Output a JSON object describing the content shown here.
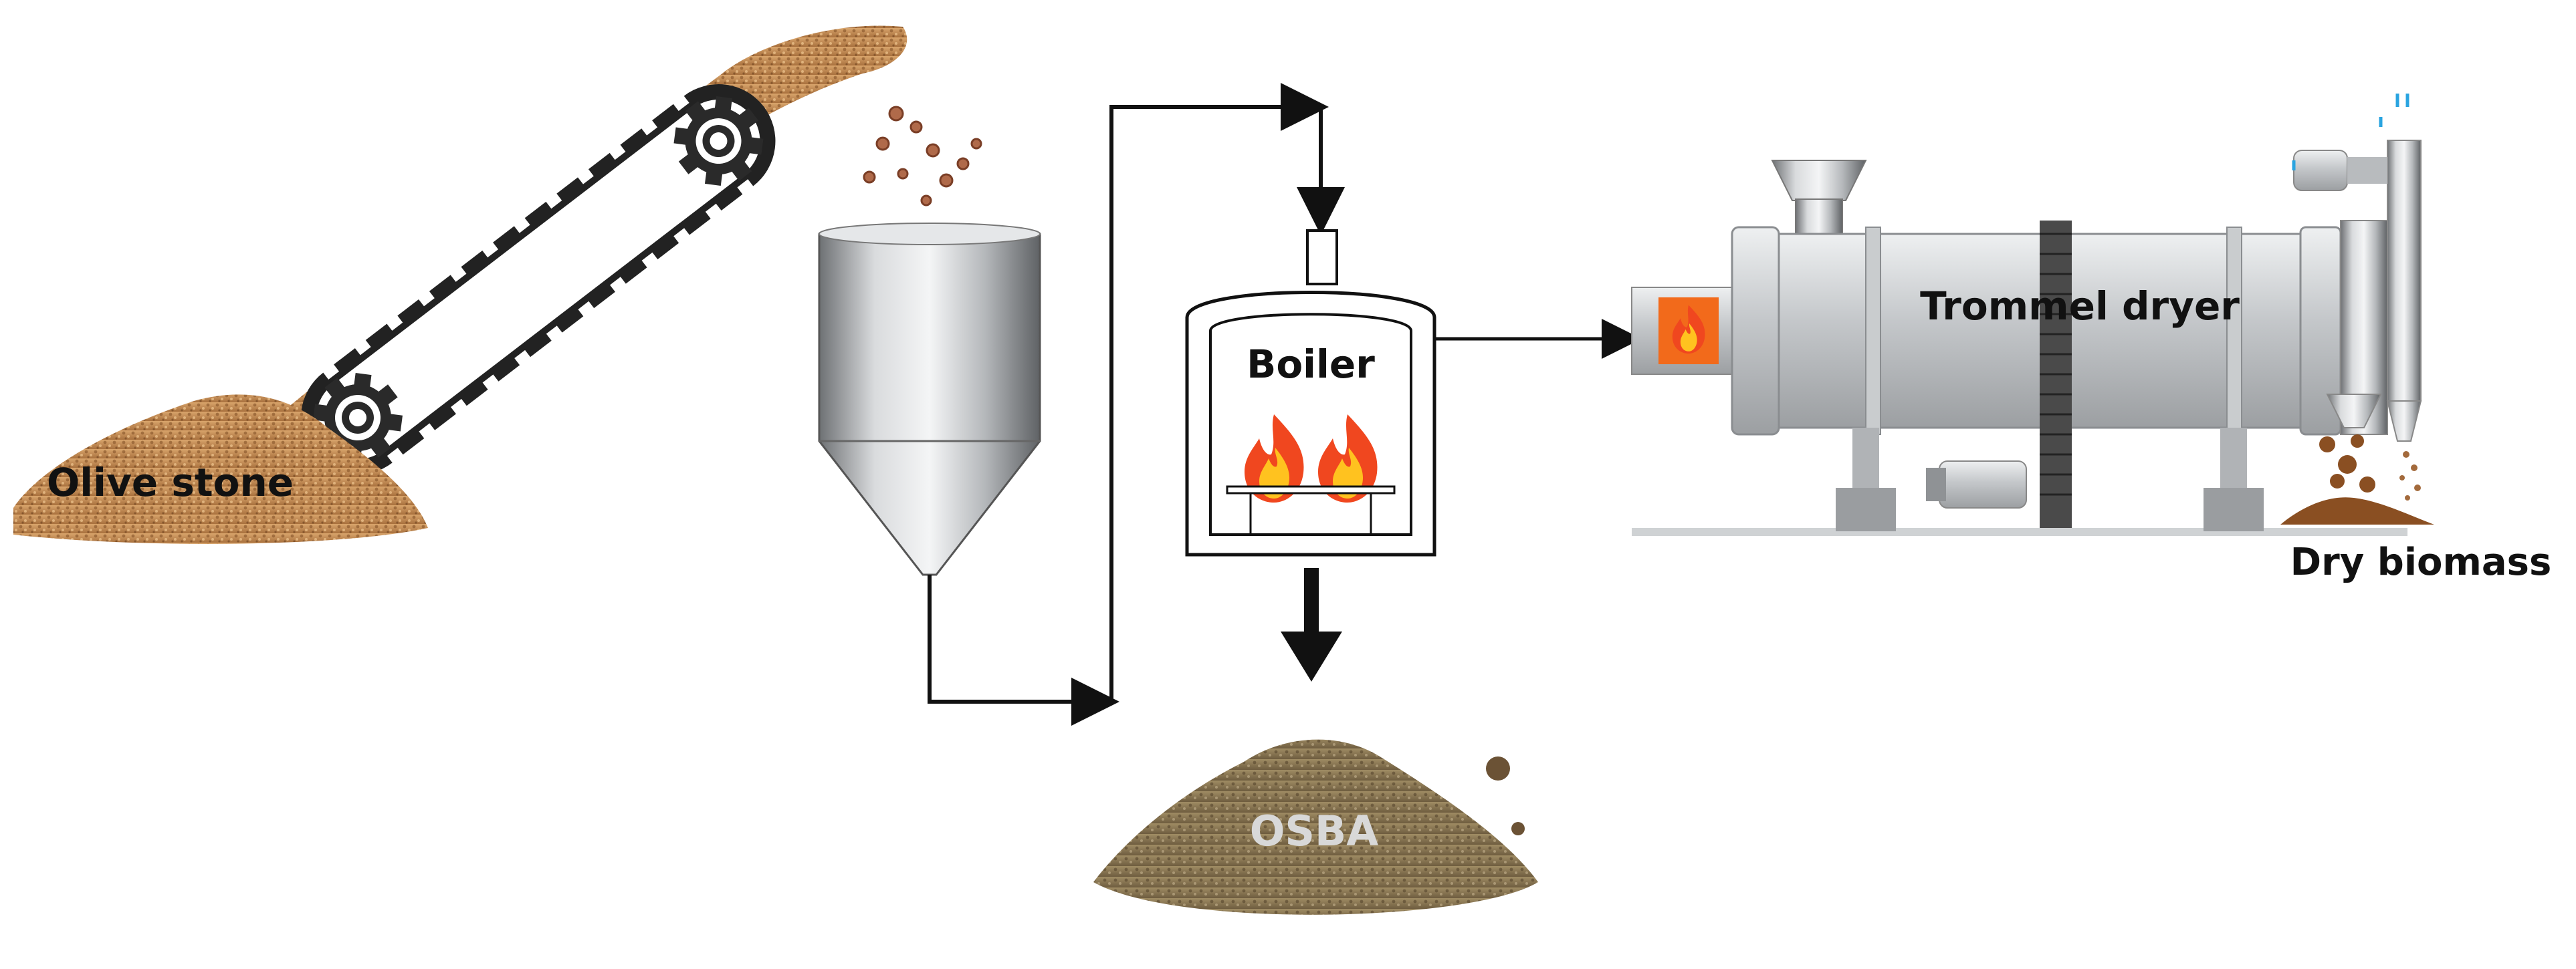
{
  "labels": {
    "olive_stone": "Olive stone",
    "boiler": "Boiler",
    "trommel_dryer": "Trommel dryer",
    "dry_biomass": "Dry biomass",
    "osba": "OSBA"
  },
  "colors": {
    "sand": "#c9925a",
    "sand_dark": "#8e5a2e",
    "belt": "#222222",
    "steel": "#b9bcbf",
    "steel_dark": "#7d8083",
    "flame_outer": "#f0471f",
    "flame_inner": "#ffc21f",
    "ash": "#8b7a58",
    "arrow": "#111111"
  },
  "icons": {
    "conveyor": "conveyor-belt-icon",
    "gear": "gear-icon",
    "silo": "hopper-silo-icon",
    "flame": "flame-icon",
    "dryer": "rotary-drum-dryer-icon",
    "pile": "material-pile-icon"
  }
}
